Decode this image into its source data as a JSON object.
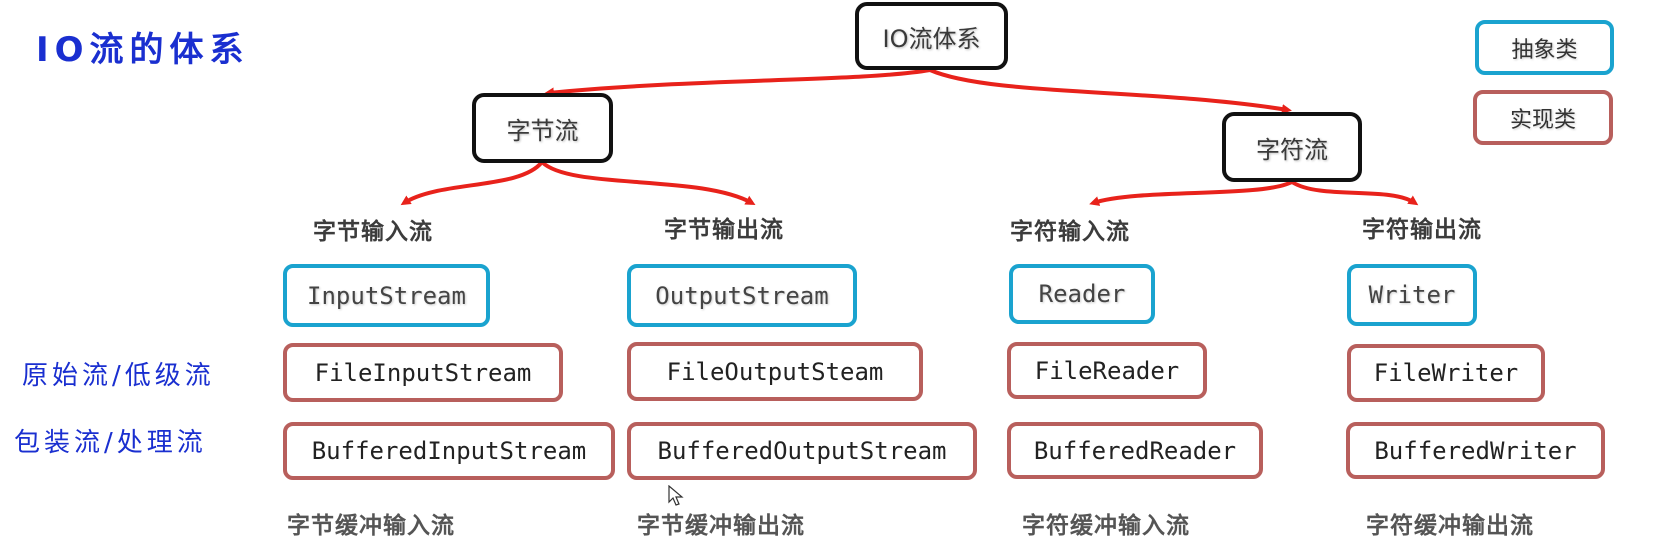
{
  "title": "IO流的体系",
  "root": "IO流体系",
  "branches": {
    "byte": "字节流",
    "char": "字符流"
  },
  "categories": {
    "byte_input": "字节输入流",
    "byte_output": "字节输出流",
    "char_input": "字符输入流",
    "char_output": "字符输出流"
  },
  "row_labels": {
    "raw": "原始流/低级流",
    "wrapper": "包装流/处理流"
  },
  "classes": {
    "byte_input": {
      "abstract": "InputStream",
      "raw": "FileInputStream",
      "buffered": "BufferedInputStream"
    },
    "byte_output": {
      "abstract": "OutputStream",
      "raw": "FileOutputSteam",
      "buffered": "BufferedOutputStream"
    },
    "char_input": {
      "abstract": "Reader",
      "raw": "FileReader",
      "buffered": "BufferedReader"
    },
    "char_output": {
      "abstract": "Writer",
      "raw": "FileWriter",
      "buffered": "BufferedWriter"
    }
  },
  "bottom_labels": {
    "byte_input": "字节缓冲输入流",
    "byte_output": "字节缓冲输出流",
    "char_input": "字符缓冲输入流",
    "char_output": "字符缓冲输出流"
  },
  "legend": {
    "abstract": "抽象类",
    "impl": "实现类"
  },
  "colors": {
    "abstract_border": "#1aa3cf",
    "impl_border": "#b85f5c",
    "arrow": "#e8221b",
    "handwriting": "#1a2fd0"
  }
}
